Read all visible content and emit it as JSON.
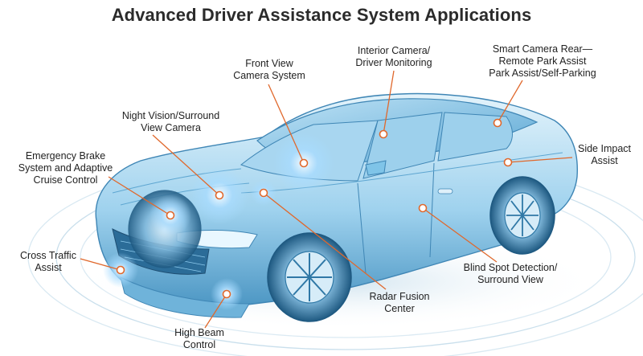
{
  "title": "Advanced Driver Assistance System Applications",
  "colors": {
    "callout": "#e0682c",
    "car_light": "#cfe9f7",
    "car_mid": "#7fc4e8",
    "car_dark": "#2f78a6",
    "sensor_glow": "#a9dcff"
  },
  "labels": {
    "front_view": [
      "Front View",
      "Camera System"
    ],
    "interior_camera": [
      "Interior Camera/",
      "Driver Monitoring"
    ],
    "smart_camera_rear": [
      "Smart Camera Rear—",
      "Remote Park Assist",
      "Park Assist/Self-Parking"
    ],
    "night_vision": [
      "Night Vision/Surround",
      "View Camera"
    ],
    "emergency_brake": [
      "Emergency Brake",
      "System and Adaptive",
      "Cruise Control"
    ],
    "side_impact": [
      "Side Impact",
      "Assist"
    ],
    "cross_traffic": [
      "Cross Traffic",
      "Assist"
    ],
    "blind_spot": [
      "Blind Spot Detection/",
      "Surround View"
    ],
    "radar_fusion": [
      "Radar Fusion",
      "Center"
    ],
    "high_beam": [
      "High Beam",
      "Control"
    ]
  }
}
